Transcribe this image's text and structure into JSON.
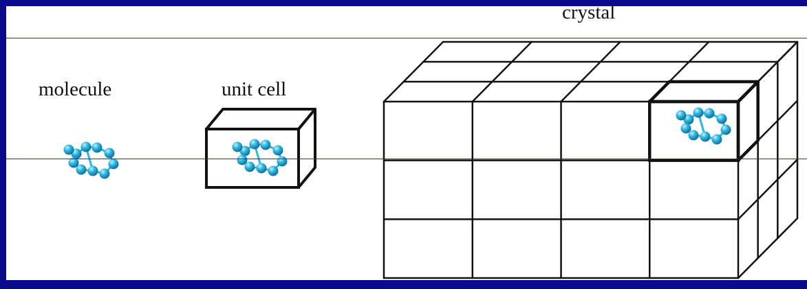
{
  "labels": {
    "molecule": "molecule",
    "unit_cell": "unit cell",
    "crystal": "crystal"
  },
  "colors": {
    "frame": "#0a0a8c",
    "guide_line": "#2a2a9c",
    "atom": "#2fb8e0",
    "atom_highlight": "#bff0ff",
    "bond": "#29b6e8",
    "grid_line": "#111111"
  },
  "crystal_grid": {
    "columns": 4,
    "rows": 3,
    "depth_layers": 3
  }
}
